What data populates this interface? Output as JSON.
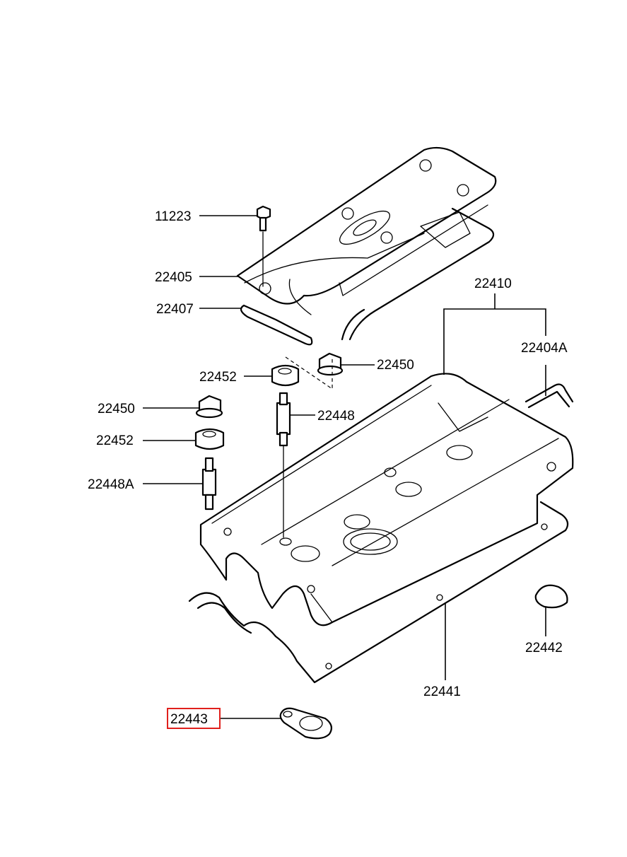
{
  "labels": {
    "p11223": "11223",
    "p22405": "22405",
    "p22407": "22407",
    "p22410": "22410",
    "p22404A": "22404A",
    "p22452_top": "22452",
    "p22450_top": "22450",
    "p22450_left": "22450",
    "p22448": "22448",
    "p22452_left": "22452",
    "p22448A": "22448A",
    "p22442": "22442",
    "p22441": "22441",
    "p22443": "22443"
  },
  "highlighted_part": "22443",
  "colors": {
    "line": "#000000",
    "highlight": "#e0201c",
    "background": "#ffffff"
  }
}
